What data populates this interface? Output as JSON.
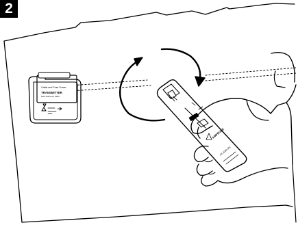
{
  "step": {
    "number": "2"
  },
  "transmitter": {
    "header_text": "Cable and Fuse Tracer",
    "model_text": "TRANSMITTER",
    "spec_text": "MAX 600V AC 250V"
  },
  "receiver": {
    "brand_text": "AMPROBE",
    "model_text": "AT-1000-RX"
  },
  "colors": {
    "ink": "#000000",
    "badge": "#000000",
    "paper": "#ffffff"
  }
}
